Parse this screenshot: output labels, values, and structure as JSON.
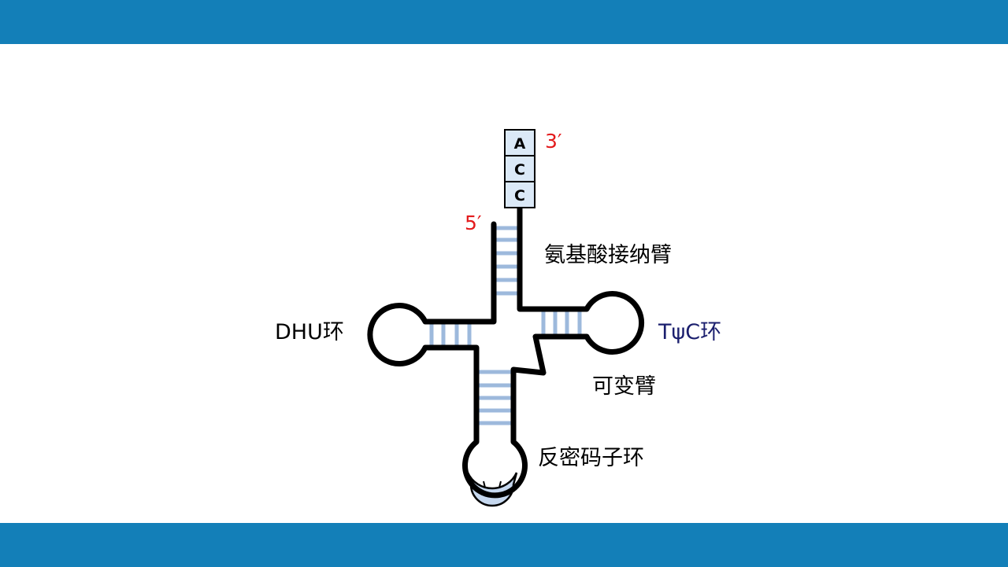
{
  "colors": {
    "band": "#137fb8",
    "backbone": "#000000",
    "base_pair": "#9db9dc",
    "base_fill": "#dbe9f7",
    "anticodon_fill": "#c6d8ef",
    "end_label": "#e31a1c",
    "tpsic_label": "#1b1f6e",
    "text": "#000000"
  },
  "acceptor_bases": [
    "A",
    "C",
    "C"
  ],
  "ends": {
    "three_prime": "3′",
    "five_prime": "5′"
  },
  "labels": {
    "acceptor_arm": "氨基酸接纳臂",
    "dhu_loop": "DHU环",
    "tpsic_loop": "TψC环",
    "variable_arm": "可变臂",
    "anticodon_loop": "反密码子环"
  }
}
